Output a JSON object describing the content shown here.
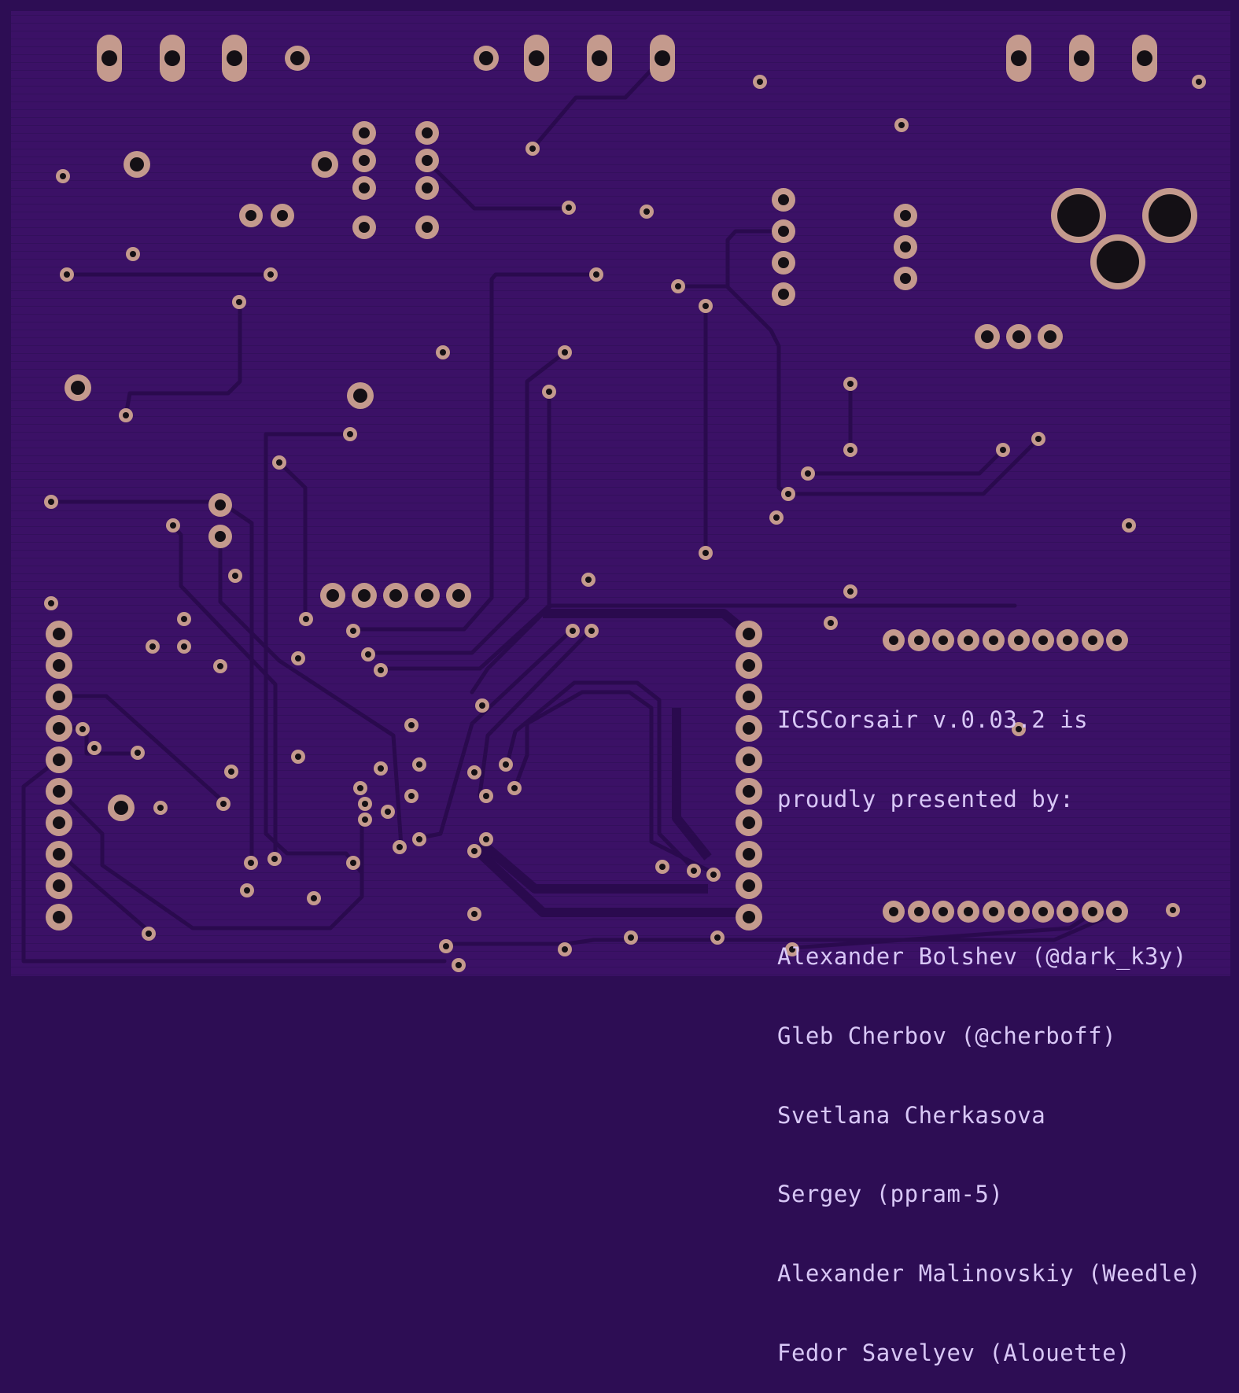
{
  "pcb": {
    "colors": {
      "board": "#3b1166",
      "edge": "#2d0d54",
      "trace": "#2a0a4e",
      "pad": "#c49a8d",
      "hole": "#141015",
      "silkscreen": "#d8c7f6"
    },
    "silkscreen": {
      "header_line_1": "ICSCorsair v.0.03.2 is",
      "header_line_2": "proudly presented by:",
      "credits": [
        "Alexander Bolshev (@dark_k3y)",
        "Gleb Cherbov (@cherboff)",
        "Svetlana Cherkasova",
        "Sergey (ppram-5)",
        "Alexander Malinovskiy (Weedle)",
        "Fedor Savelyev (Alouette)"
      ]
    }
  }
}
